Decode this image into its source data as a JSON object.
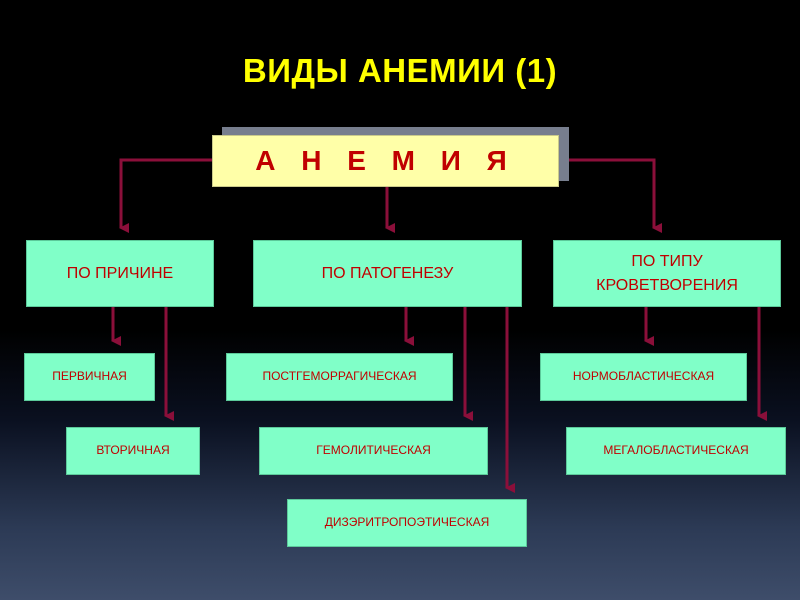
{
  "title": "ВИДЫ  АНЕМИИ (1)",
  "root": "А Н Е М И Я",
  "categories": [
    {
      "label": "ПО ПРИЧИНЕ"
    },
    {
      "label": "ПО ПАТОГЕНЕЗУ"
    },
    {
      "label": "ПО ТИПУ КРОВЕТВОРЕНИЯ"
    }
  ],
  "leaves": {
    "primary": "ПЕРВИЧНАЯ",
    "secondary": "ВТОРИЧНАЯ",
    "posthemorrhagic": "ПОСТГЕМОРРАГИЧЕСКАЯ",
    "hemolytic": "ГЕМОЛИТИЧЕСКАЯ",
    "dyserythropoietic": "ДИЗЭРИТРОПОЭТИЧЕСКАЯ",
    "normoblastic": "НОРМОБЛАСТИЧЕСКАЯ",
    "megaloblastic": "МЕГАЛОБЛАСТИЧЕСКАЯ"
  },
  "colors": {
    "title": "#ffff00",
    "root_fill": "#ffffa8",
    "box_fill": "#80ffc8",
    "text": "#c00000",
    "arrow": "#8b0f3a"
  }
}
